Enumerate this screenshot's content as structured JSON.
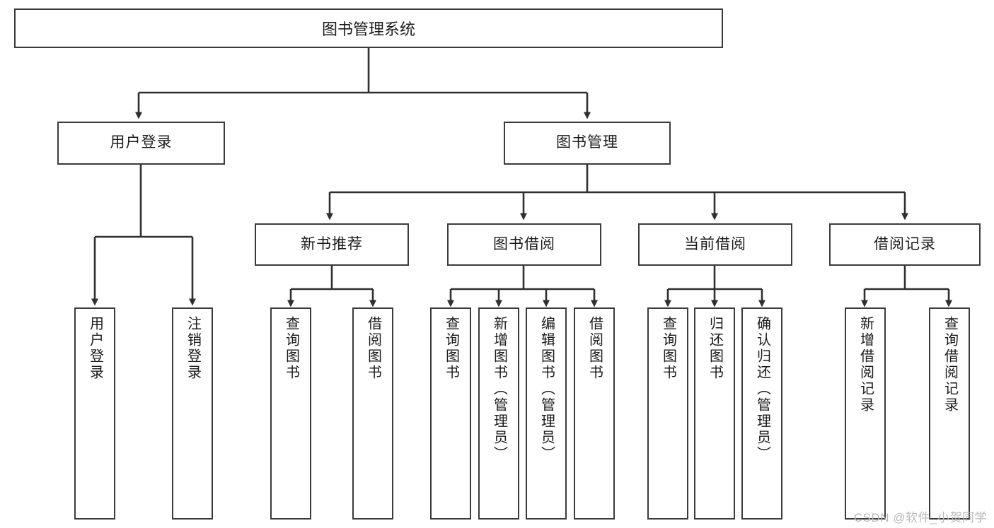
{
  "diagram": {
    "type": "tree-hierarchy-flowchart",
    "title": "图书管理系统",
    "watermark": "CSDN @软件_小贺同学",
    "colors": {
      "stroke": "#3b3b3b",
      "fill": "#ffffff",
      "text": "#1b1b1b",
      "watermark": "#b9b9b9"
    },
    "root": {
      "label": "图书管理系统"
    },
    "level2": [
      {
        "label": "用户登录"
      },
      {
        "label": "图书管理"
      }
    ],
    "level3": [
      {
        "label": "新书推荐"
      },
      {
        "label": "图书借阅"
      },
      {
        "label": "当前借阅"
      },
      {
        "label": "借阅记录"
      }
    ],
    "leaves": {
      "user_login": [
        {
          "label": "用户登录"
        },
        {
          "label": "注销登录"
        }
      ],
      "new_book_recommend": [
        {
          "label": "查询图书"
        },
        {
          "label": "借阅图书"
        }
      ],
      "book_borrow": [
        {
          "label": "查询图书"
        },
        {
          "label": "新增图书（管理员）"
        },
        {
          "label": "编辑图书（管理员）"
        },
        {
          "label": "借阅图书"
        }
      ],
      "current_borrow": [
        {
          "label": "查询图书"
        },
        {
          "label": "归还图书"
        },
        {
          "label": "确认归还（管理员）"
        }
      ],
      "borrow_records": [
        {
          "label": "新增借阅记录"
        },
        {
          "label": "查询借阅记录"
        }
      ]
    }
  }
}
